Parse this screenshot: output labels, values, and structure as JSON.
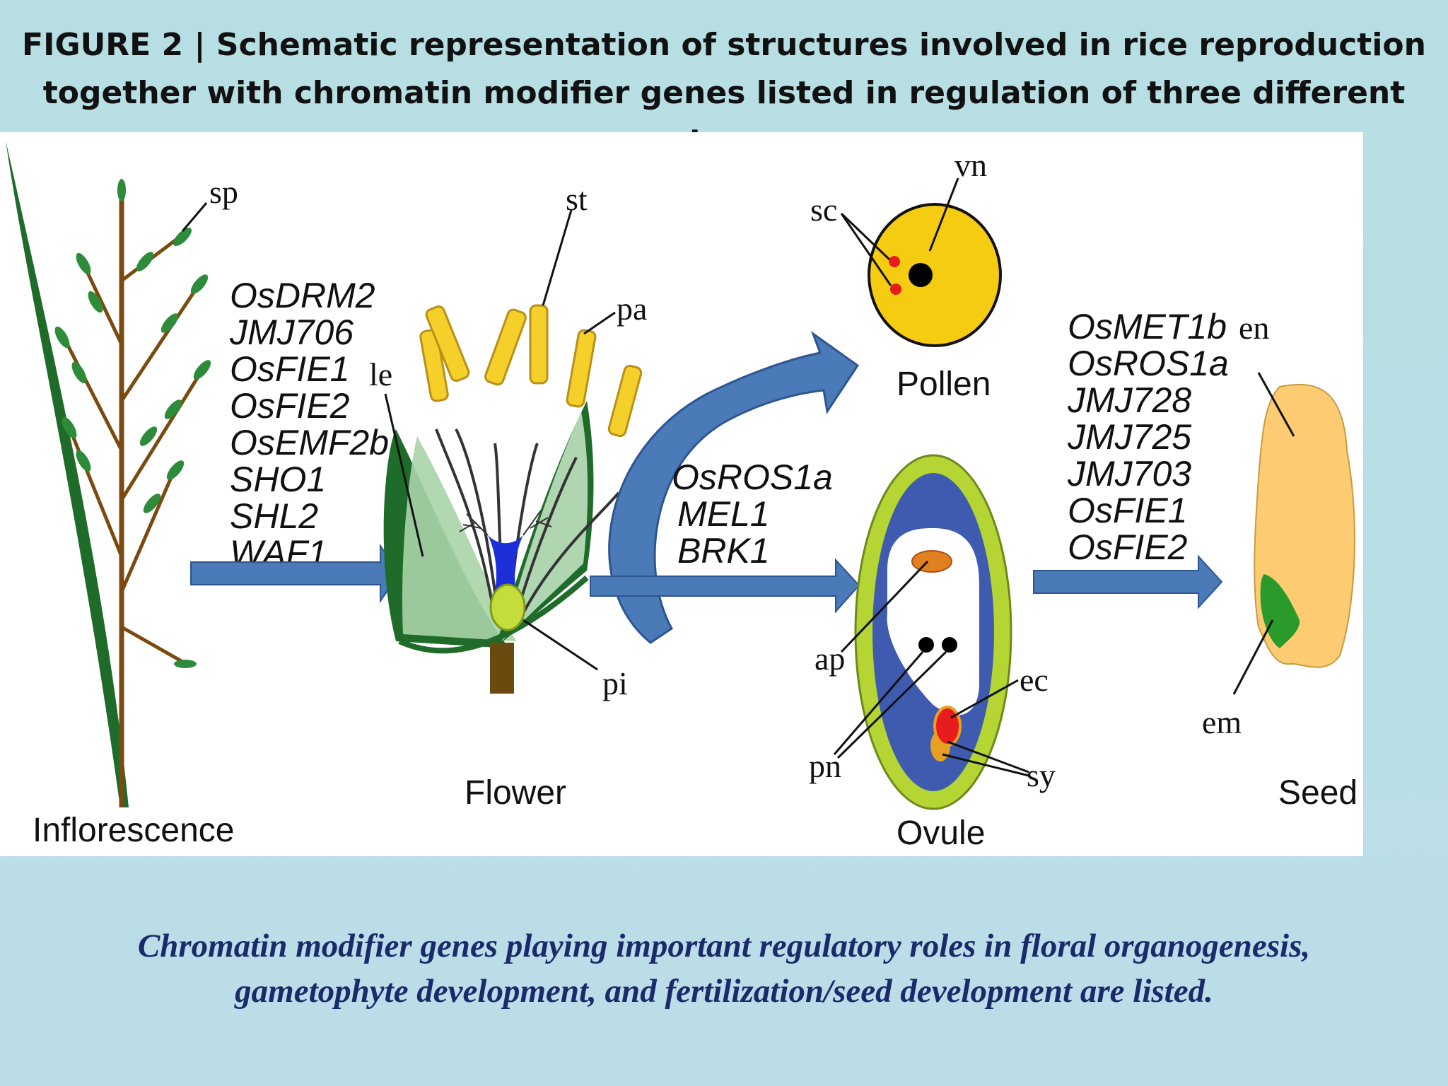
{
  "title": {
    "line1": "FIGURE 2 | Schematic representation of structures involved in rice reproduction",
    "line2": "together with chromatin modifier genes listed in regulation of three different steps."
  },
  "caption": {
    "line1": "Chromatin modifier genes playing important regulatory roles in floral organogenesis,",
    "line2": "gametophyte development, and fertilization/seed development are listed."
  },
  "stages": {
    "inflorescence": "Inflorescence",
    "flower": "Flower",
    "pollen": "Pollen",
    "ovule": "Ovule",
    "seed": "Seed"
  },
  "structure_labels": {
    "sp": "sp",
    "st": "st",
    "pa": "pa",
    "le": "le",
    "pi": "pi",
    "sc": "sc",
    "vn": "vn",
    "ap": "ap",
    "ec": "ec",
    "pn": "pn",
    "sy": "sy",
    "en": "en",
    "em": "em"
  },
  "gene_groups": {
    "floral_organogenesis": [
      "OsDRM2",
      "JMJ706",
      "OsFIE1",
      "OsFIE2",
      "OsEMF2b",
      "SHO1",
      "SHL2",
      "WAF1"
    ],
    "gametophyte_development": [
      "OsROS1a",
      "MEL1",
      "BRK1"
    ],
    "fertilization_seed": [
      "OsMET1b",
      "OsROS1a",
      "JMJ728",
      "JMJ725",
      "JMJ703",
      "OsFIE1",
      "OsFIE2"
    ]
  },
  "colors": {
    "arrow_blue": "#4a7ab8",
    "leaf_dark_green": "#1e6b2a",
    "stem_brown": "#7a4a10",
    "anther_yellow": "#f5cf2a",
    "pollen_yellow": "#f5cc12",
    "ovule_outer_green": "#b5d534",
    "ovule_inner_blue": "#3f5bb0",
    "seed_tan": "#fccb72",
    "embryo_green": "#2a9a2a",
    "pistil_blue": "#1c2fd8",
    "caption_navy": "#1b2a6b"
  }
}
